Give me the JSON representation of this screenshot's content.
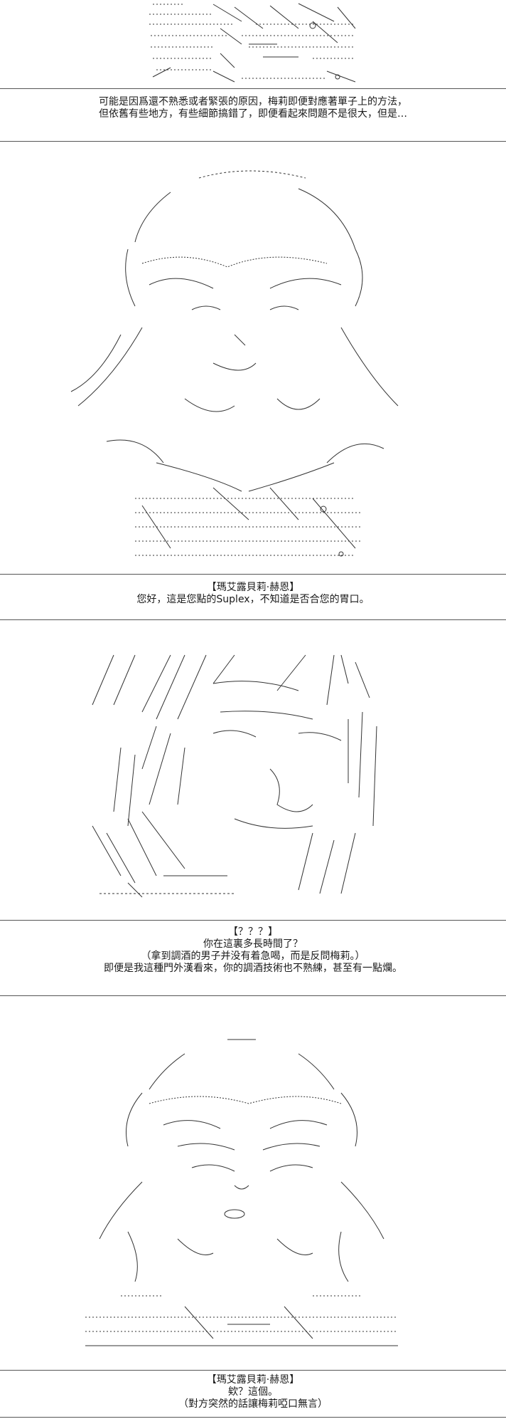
{
  "panels": [
    {
      "lines": [
        "可能是因爲還不熟悉或者緊張的原因，梅莉即便對應著單子上的方法，",
        "但依舊有些地方，有些細節搞錯了，即便看起來問題不是很大，但是…"
      ]
    },
    {
      "lines": [
        "【瑪艾露貝莉·赫恩】",
        "您好，這是您點的Suplex，不知道是否合您的胃口。"
      ]
    },
    {
      "lines": [
        "【？？？】",
        "你在這裏多長時間了？",
        "（拿到調酒的男子并没有着急喝，而是反問梅莉。）",
        "即便是我這種門外漢看來，你的調酒技術也不熟練，甚至有一點爛。"
      ]
    },
    {
      "lines": [
        "【瑪艾露貝莉·赫恩】",
        "欸？這個。",
        "（對方突然的話讓梅莉啞口無言）"
      ]
    }
  ]
}
